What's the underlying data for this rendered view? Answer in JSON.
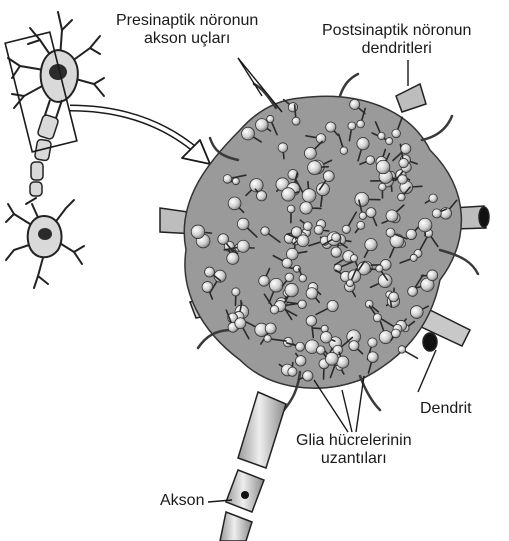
{
  "labels": {
    "presynaptic": [
      "Presinaptik nöronun",
      "akson uçları"
    ],
    "postsynaptic": [
      "Postsinaptik nöronun",
      "dendritleri"
    ],
    "dendrite": "Dendrit",
    "glia": [
      "Glia hücrelerinin",
      "uzantıları"
    ],
    "axon": "Akson"
  },
  "colors": {
    "ink": "#1a1a1a",
    "line": "#222222",
    "neuron_fill": "#d9d9d9",
    "nucleus": "#2b2b2b",
    "knob_fill": "#e6e6e6",
    "shade": "#8c8c8c",
    "axon_fill": "#cfcfcf"
  }
}
